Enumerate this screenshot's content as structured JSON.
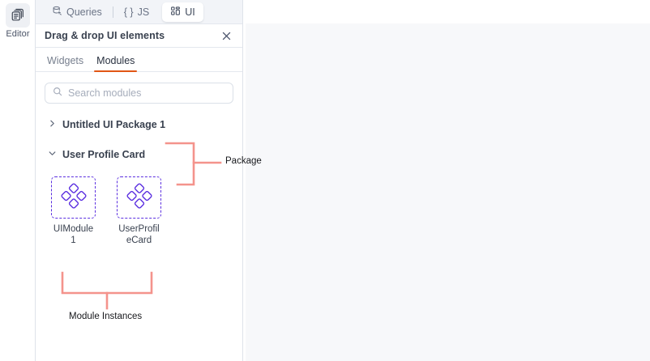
{
  "rail": {
    "items": [
      {
        "label": "Editor",
        "icon": "editor-pages-icon"
      }
    ]
  },
  "top_tabs": [
    {
      "id": "queries",
      "label": "Queries",
      "icon": "database-query-icon",
      "active": false
    },
    {
      "id": "js",
      "label": "JS",
      "icon": "curly-braces-icon",
      "active": false
    },
    {
      "id": "ui",
      "label": "UI",
      "icon": "grid-squares-icon",
      "active": true
    }
  ],
  "panel": {
    "title": "Drag & drop UI elements",
    "close_icon": "close-icon",
    "sub_tabs": [
      {
        "id": "widgets",
        "label": "Widgets",
        "active": false
      },
      {
        "id": "modules",
        "label": "Modules",
        "active": true
      }
    ],
    "search": {
      "placeholder": "Search modules",
      "value": "",
      "icon": "search-icon"
    },
    "tree": [
      {
        "label": "Untitled UI Package 1",
        "expanded": false,
        "chevron": "chevron-right-icon"
      },
      {
        "label": "User Profile Card",
        "expanded": true,
        "chevron": "chevron-down-icon"
      }
    ],
    "modules": [
      {
        "name": "UIModule1",
        "icon": "module-diamonds-icon"
      },
      {
        "name": "UserProfileCard",
        "icon": "module-diamonds-icon"
      }
    ]
  },
  "annotations": [
    {
      "id": "package",
      "label": "Package"
    },
    {
      "id": "module-instances",
      "label": "Module Instances"
    }
  ],
  "colors": {
    "accent_orange": "#e15615",
    "module_purple": "#5b2fe0",
    "annotation_salmon": "#f4938c",
    "canvas_gray": "#f7f8fa",
    "panel_border": "#dfe3ea"
  }
}
